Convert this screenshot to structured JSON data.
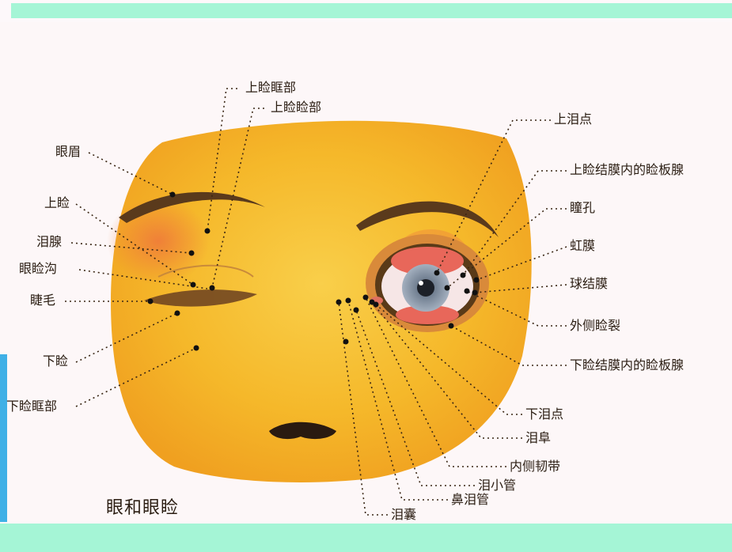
{
  "caption": "眼和眼睑",
  "labels": {
    "upper_orbital": "上睑眶部",
    "upper_tarsal": "上睑睑部",
    "eyebrow": "眼眉",
    "upper_lid": "上睑",
    "lacrimal_gland": "泪腺",
    "lid_groove": "眼睑沟",
    "eyelash": "睫毛",
    "lower_lid": "下睑",
    "lower_orbital": "下睑眶部",
    "upper_punctum": "上泪点",
    "upper_meibomian": "上睑结膜内的睑板腺",
    "pupil": "瞳孔",
    "iris": "虹膜",
    "bulbar_conj": "球结膜",
    "lateral_fissure": "外侧睑裂",
    "lower_meibomian": "下睑结膜内的睑板腺",
    "lower_punctum": "下泪点",
    "caruncle": "泪阜",
    "medial_ligament": "内侧韧带",
    "canaliculus": "泪小管",
    "nasolacrimal_duct": "鼻泪管",
    "lacrimal_sac": "泪囊"
  },
  "colors": {
    "top_stripe": "#a5f5d6",
    "bottom_band": "#a5f5d6",
    "left_bar": "#3fb0e6",
    "face": "#f5b82a",
    "iris": "#8a97a8",
    "text": "#2a1d12"
  }
}
